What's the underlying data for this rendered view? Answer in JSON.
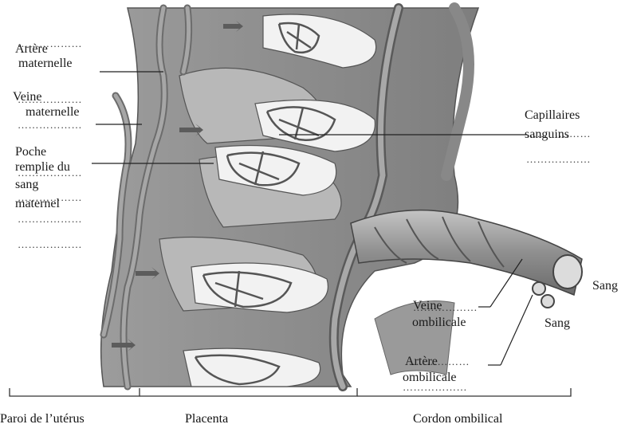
{
  "labels": {
    "artere_maternelle_1": "Artère",
    "artere_maternelle_2": "maternelle",
    "veine_maternelle_1": "Veine",
    "veine_maternelle_2": "maternelle",
    "poche_1": "Poche",
    "poche_2": "remplie du",
    "poche_3": "sang",
    "poche_4": "maternel",
    "capillaires_1": "Capillaires",
    "capillaires_2": "sanguins",
    "sang_right": "Sang",
    "sang_mid": "Sang",
    "veine_ombilicale_1": "Veine",
    "veine_ombilicale_2": "ombilicale",
    "artere_ombilicale_1": "Artère",
    "artere_ombilicale_2": "ombilicale"
  },
  "blank_dots": "………………",
  "sections": {
    "uterus": "Paroi de l’utérus",
    "placenta": "Placenta",
    "cordon": "Cordon ombilical"
  },
  "colors": {
    "tissue": "#8c8c8c",
    "tissue_dark": "#6f6f6f",
    "vessel": "#9a9a9a",
    "vessel_edge": "#4a4a4a",
    "space": "#f2f2f2",
    "leader": "#222222"
  }
}
